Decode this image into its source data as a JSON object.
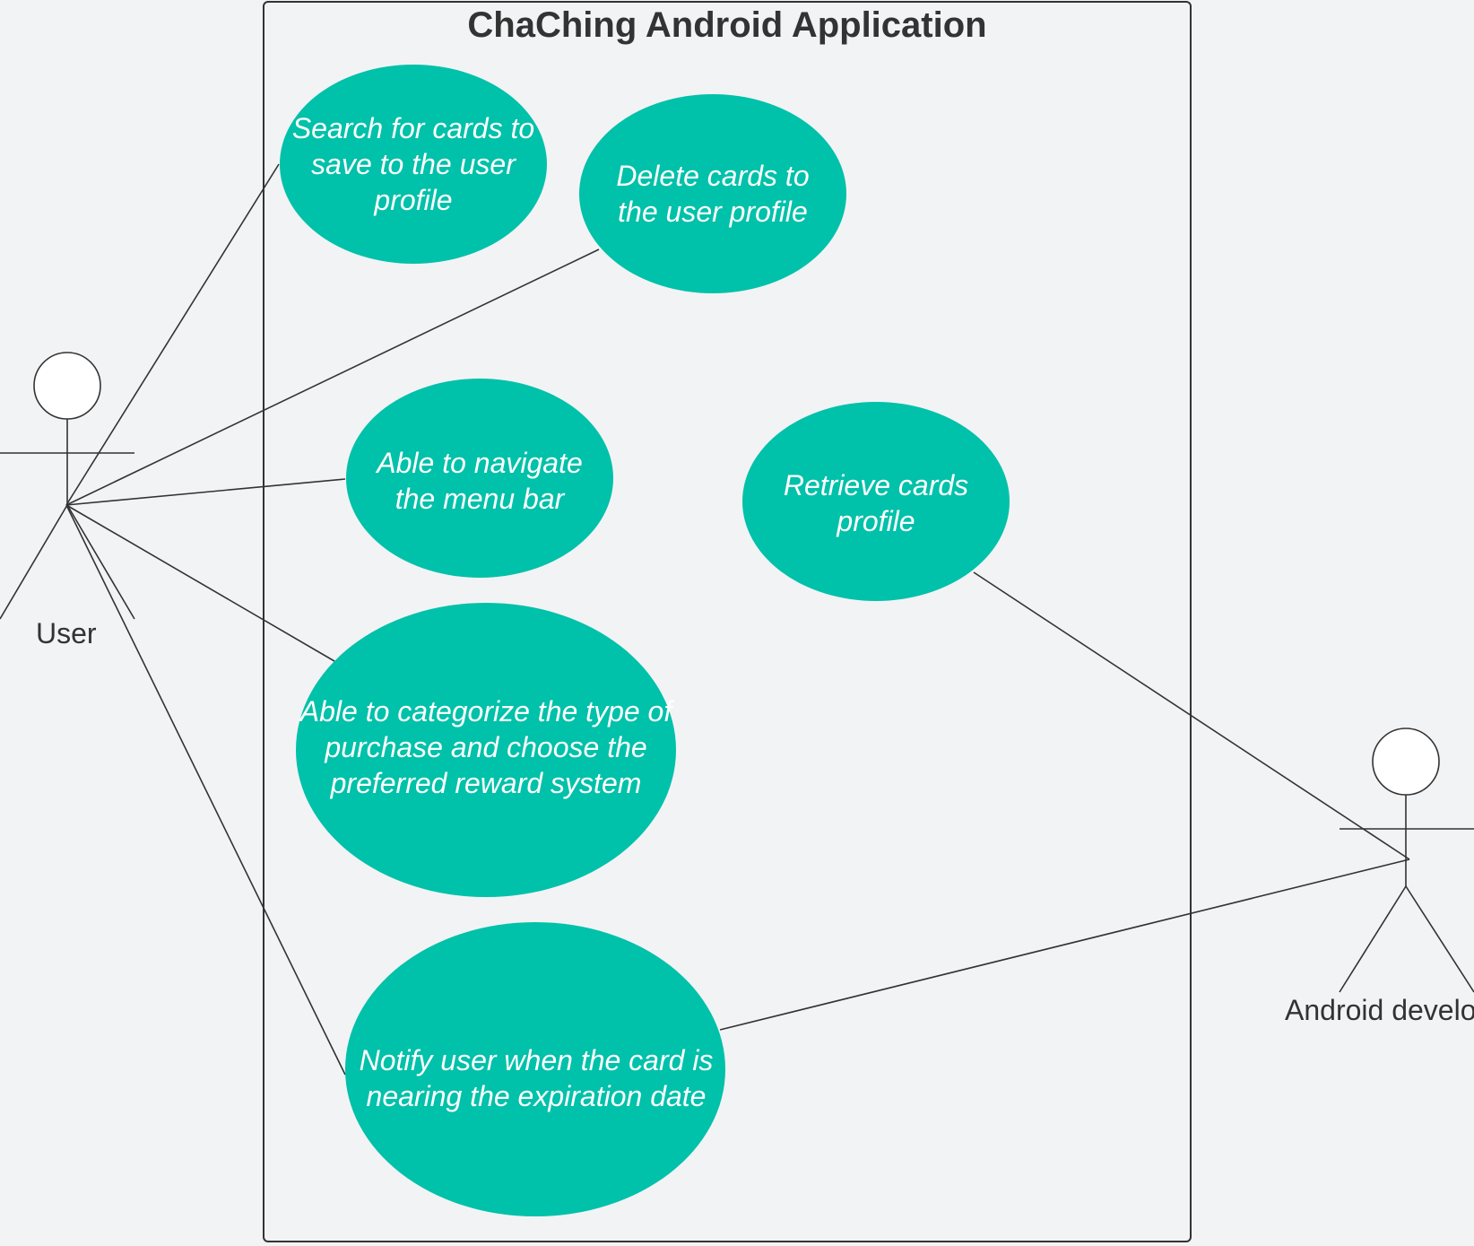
{
  "system": {
    "title": "ChaChing Android Application"
  },
  "colors": {
    "use_case_fill": "#00c1a9",
    "line": "#333333",
    "background": "#f2f3f5"
  },
  "actors": [
    {
      "id": "user",
      "label": "User"
    },
    {
      "id": "android-developer",
      "label": "Android develo"
    }
  ],
  "use_cases": [
    {
      "id": "search-cards",
      "label": "Search for cards to save to the user profile"
    },
    {
      "id": "delete-cards",
      "label": "Delete cards to the user profile"
    },
    {
      "id": "navigate-menu",
      "label": "Able to navigate the menu bar"
    },
    {
      "id": "retrieve-cards",
      "label": "Retrieve cards profile"
    },
    {
      "id": "categorize-purchase",
      "label": "Able to categorize the type of purchase and choose the preferred reward system"
    },
    {
      "id": "notify-expiration",
      "label": "Notify user when the card is nearing the expiration date"
    }
  ],
  "associations": [
    {
      "from": "user",
      "to": "search-cards"
    },
    {
      "from": "user",
      "to": "delete-cards"
    },
    {
      "from": "user",
      "to": "navigate-menu"
    },
    {
      "from": "user",
      "to": "categorize-purchase"
    },
    {
      "from": "user",
      "to": "notify-expiration"
    },
    {
      "from": "android-developer",
      "to": "retrieve-cards"
    },
    {
      "from": "android-developer",
      "to": "notify-expiration"
    }
  ]
}
